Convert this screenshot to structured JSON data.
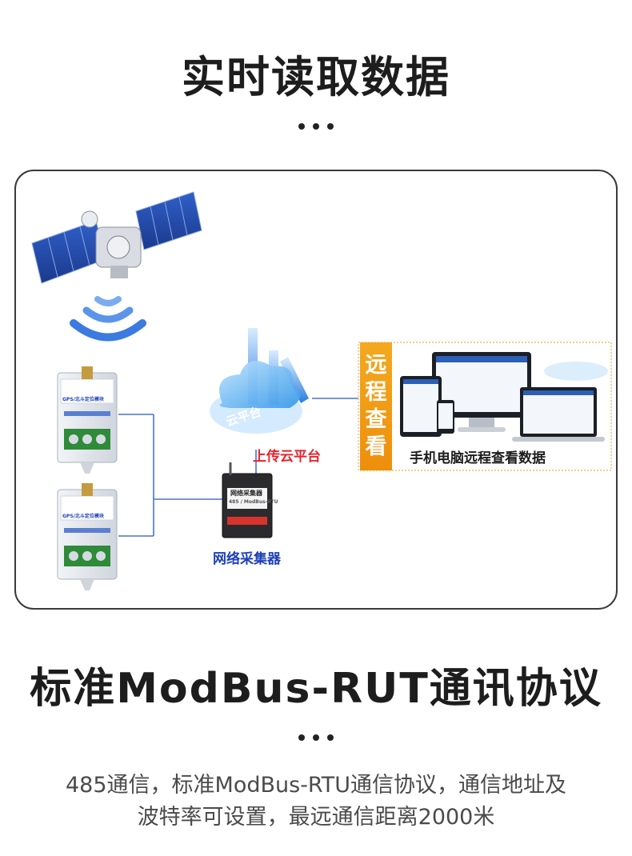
{
  "heading1": "实时读取数据",
  "heading2": "标准ModBus-RUT通讯协议",
  "diagram": {
    "cloud_badge": "云平台",
    "upload_label": "上传云平台",
    "remote_label": "远程查看",
    "device_label": "手机电脑远程查看数据",
    "collector_label": "网络采集器",
    "collector_device_text": "网络采集器",
    "collector_device_sub": "485 / ModBus-RTU",
    "module_label": "GPS/北斗定位模块"
  },
  "description_line1": "485通信，标准ModBus-RTU通信协议，通信地址及",
  "description_line2": "波特率可设置，最远通信距离2000米",
  "colors": {
    "accent_orange": "#f0a01a",
    "upload_red": "#e8242c",
    "collector_blue": "#1d3fb8",
    "wire_blue": "#4a74c9"
  }
}
